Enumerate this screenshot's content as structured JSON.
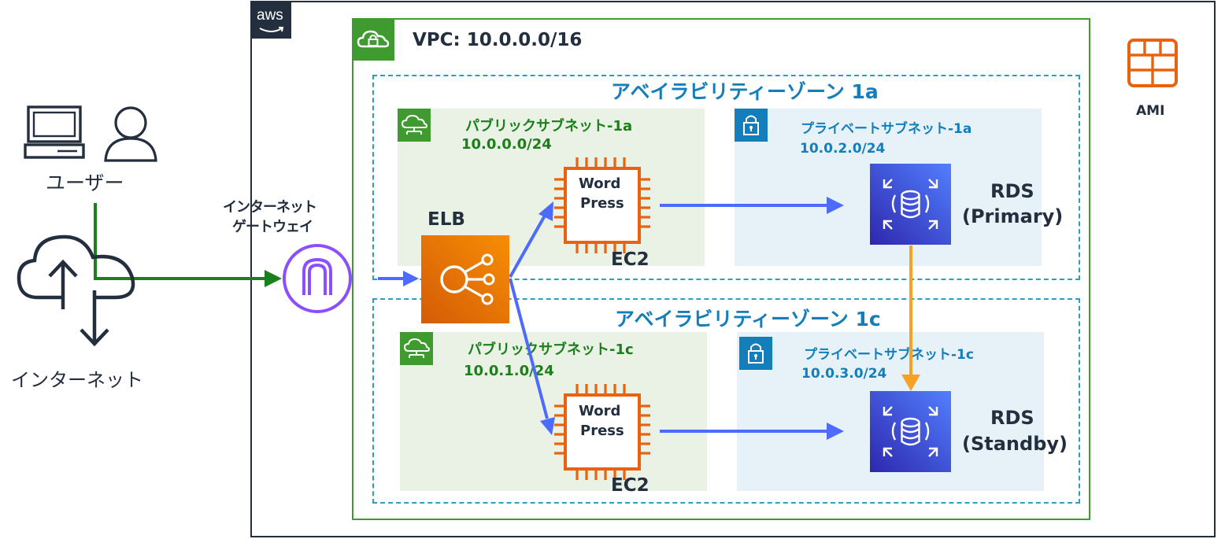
{
  "cloud": {
    "logo": "aws"
  },
  "vpc": {
    "label": "VPC: 10.0.0.0/16"
  },
  "az_1a": {
    "label": "アベイラビリティーゾーン 1a"
  },
  "az_1c": {
    "label": "アベイラビリティーゾーン 1c"
  },
  "public_1a": {
    "name": "パブリックサブネット-1a",
    "cidr": "10.0.0.0/24"
  },
  "public_1c": {
    "name": "パブリックサブネット-1c",
    "cidr": "10.0.1.0/24"
  },
  "private_1a": {
    "name": "プライベートサブネット-1a",
    "cidr": "10.0.2.0/24"
  },
  "private_1c": {
    "name": "プライベートサブネット-1c",
    "cidr": "10.0.3.0/24"
  },
  "user": {
    "label": "ユーザー"
  },
  "internet": {
    "label": "インターネット"
  },
  "igw": {
    "line1": "インターネット",
    "line2": "ゲートウェイ"
  },
  "elb": {
    "label": "ELB"
  },
  "ec2_top": {
    "line1": "Word",
    "line2": "Press",
    "label": "EC2"
  },
  "ec2_bottom": {
    "line1": "Word",
    "line2": "Press",
    "label": "EC2"
  },
  "rds_primary": {
    "line1": "RDS",
    "line2": "(Primary)"
  },
  "rds_standby": {
    "line1": "RDS",
    "line2": "(Standby)"
  },
  "ami": {
    "label": "AMI"
  },
  "colors": {
    "green": "#1b7f1b",
    "az_blue": "#147eba",
    "arrow_blue": "#4d6bfe",
    "arrow_orange": "#f7a224",
    "elb_orange": "#e8620f",
    "ec2_orange": "#e8620f",
    "rds_blue": "#3b48cc",
    "igw_purple": "#8c4fff",
    "public_bg": "#e9f2e4",
    "private_bg": "#e6f1f8"
  }
}
